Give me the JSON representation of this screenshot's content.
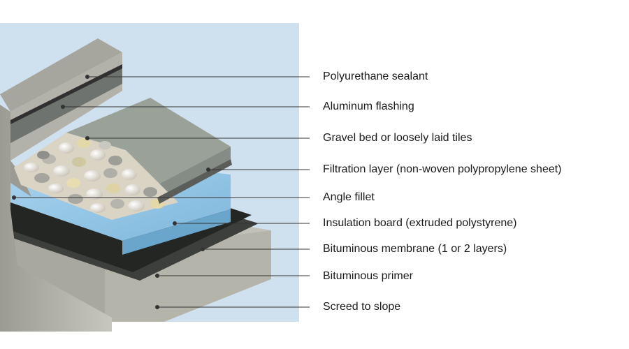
{
  "labels": [
    {
      "id": "polyurethane-sealant",
      "text": "Polyurethane sealant"
    },
    {
      "id": "aluminum-flashing",
      "text": "Aluminum flashing"
    },
    {
      "id": "gravel-bed",
      "text": "Gravel bed or loosely laid tiles"
    },
    {
      "id": "filtration-layer",
      "text": "Filtration layer (non-woven polypropylene sheet)"
    },
    {
      "id": "angle-fillet",
      "text": "Angle fillet"
    },
    {
      "id": "insulation-board",
      "text": "Insulation board (extruded polystyrene)"
    },
    {
      "id": "bituminous-membrane",
      "text": "Bituminous membrane (1 or 2 layers)"
    },
    {
      "id": "bituminous-primer",
      "text": "Bituminous primer"
    },
    {
      "id": "screed-to-slope",
      "text": "Screed to slope"
    }
  ],
  "colors": {
    "background_panel": "#cfe0ee",
    "concrete": "#bdbcb3",
    "concrete_dark": "#8e8d86",
    "flashing": "#6f7370",
    "sealant": "#3a3a3a",
    "tiles": "#9ca39a",
    "insulation": "#8fc3e4",
    "membrane": "#2a2c2a",
    "leader_line": "#333333"
  }
}
